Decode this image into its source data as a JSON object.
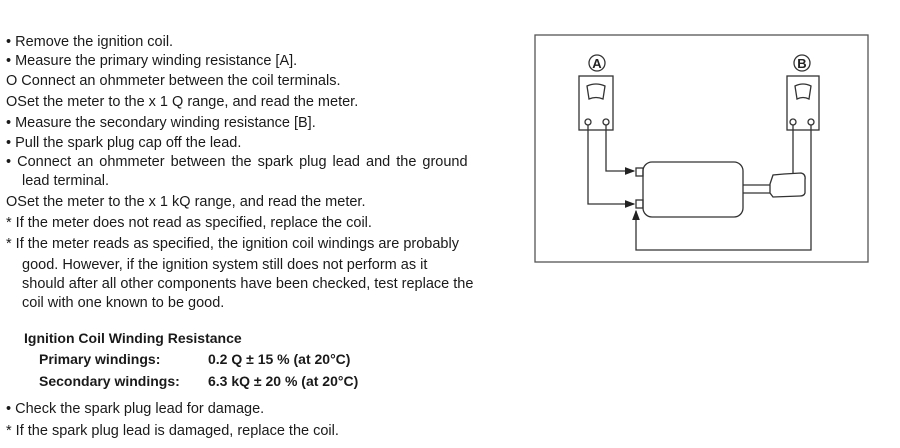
{
  "steps": [
    "•  Remove the ignition coil.",
    "•  Measure the primary winding resistance [A].",
    "O Connect an ohmmeter between the coil terminals.",
    "OSet the meter to the x 1 Q range, and read the meter.",
    "•  Measure the secondary winding resistance [B].",
    "•  Pull the spark plug cap off the lead.",
    "•  Connect an ohmmeter between the spark plug lead and the ground",
    "lead terminal.",
    "OSet the meter to the x 1 kQ range, and read the meter.",
    "* If the meter does not read as specified, replace the coil.",
    "* If the meter reads as specified, the ignition coil windings are probably",
    "good.  However, if the ignition system still does not perform as it",
    "should after all other components have been checked, test replace the",
    "coil with one known to be good."
  ],
  "spec": {
    "title": "Ignition Coil Winding Resistance",
    "rows": [
      {
        "label": "Primary windings:",
        "value": "0.2 Q ± 15 % (at 20°C)"
      },
      {
        "label": "Secondary windings:",
        "value": "6.3 kQ ± 20 % (at 20°C)"
      }
    ]
  },
  "after": [
    "•  Check the spark plug lead for damage.",
    "* If the spark plug lead is damaged, replace the coil."
  ],
  "diagram": {
    "label_a": "A",
    "label_b": "B"
  }
}
